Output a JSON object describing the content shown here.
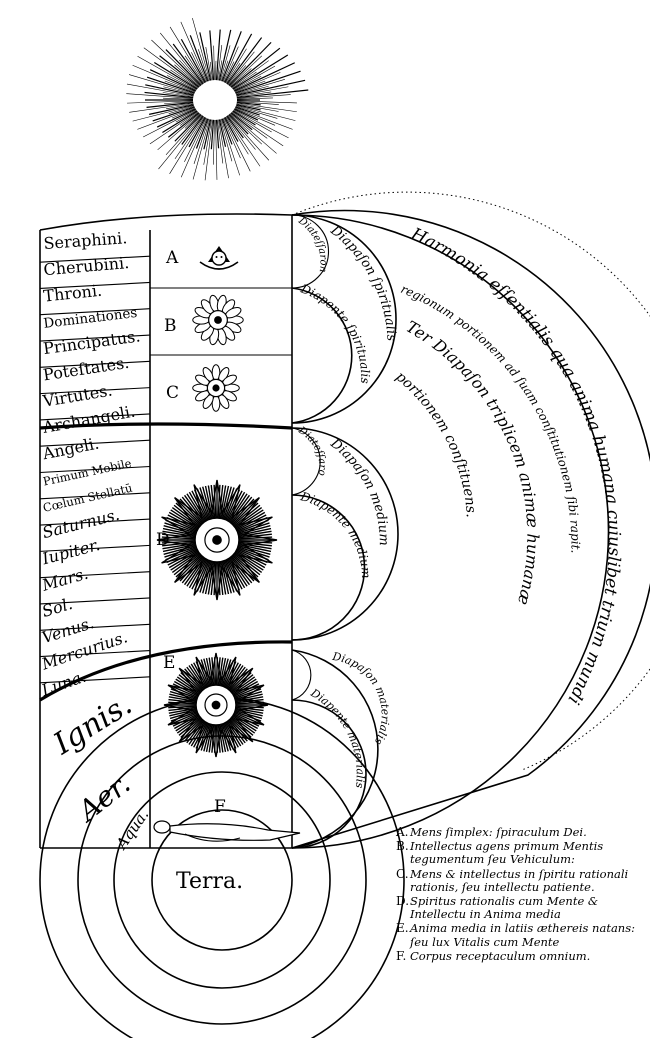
{
  "hierarchy_labels": [
    "Seraphini.",
    "Cherubini.",
    "Throni.",
    "Dominationes",
    "Principatus.",
    "Poteſtates.",
    "Virtutes.",
    "Archangeli.",
    "Angeli.",
    "Primum Mobile",
    "Cœlum Stellatū",
    "Saturnus.",
    "Iupiter.",
    "Mars.",
    "Sol.",
    "Venus.",
    "Mercurius.",
    "Luna."
  ],
  "elements": {
    "fire": "Ignis.",
    "air": "Aer.",
    "water": "Aqua.",
    "earth": "Terra."
  },
  "center_letters": [
    "A",
    "B",
    "C",
    "D",
    "E",
    "F"
  ],
  "arc_texts": {
    "diapason_spiritualis": "Diapaſon ſpiritualis",
    "diapente_spiritualis": "Diapente ſpiritualis",
    "diatessaron_top": "Diateſſaron",
    "diapason_medium": "Diapaſon medium",
    "diapente_medium": "Diapente medium",
    "diatessaron_mid": "Diateſſaron",
    "diapason_materialis": "Diapaſon materialis",
    "diapente_materialis": "Diapente materialis",
    "ter_diapason_line1": "Ter Diapaſon triplicem animæ humanæ",
    "ter_diapason_line2": "portionem conſtituens.",
    "harmonia_line1": "Harmonia eſſentialis qua anima humana cuiuslibet trium mundi",
    "harmonia_line2": "regionum portionem ad ſuam conſtitutionem ſibi rapit."
  },
  "legend": [
    {
      "letter": "A.",
      "text": "Mens ſimplex: ſpiraculum Dei."
    },
    {
      "letter": "B.",
      "text": "Intellectus agens primum Mentis tegumentum ſeu Vehiculum:"
    },
    {
      "letter": "C.",
      "text": "Mens & intellectus in ſpiritu rationali rationis, ſeu intellectu patiente."
    },
    {
      "letter": "D.",
      "text": "Spiritus rationalis cum Mente & Intellectu in Anima media"
    },
    {
      "letter": "E.",
      "text": "Anima media in latiis æthereis natans: ſeu lux Vitalis cum Mente"
    },
    {
      "letter": "F.",
      "text": "Corpus receptaculum omnium."
    }
  ]
}
